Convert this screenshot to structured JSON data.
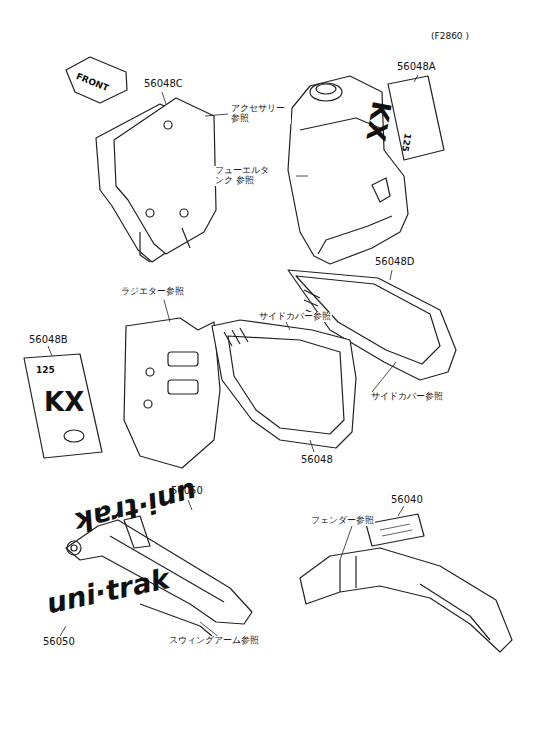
{
  "diagram": {
    "labels": [
      "(F2860 )",
      "56048C",
      "FRONT",
      "アクセサリー 参照",
      "フューエルタンク 参照",
      "56048A",
      "KX",
      "125",
      "56048D",
      "ラジエター参照",
      "サイドカバー参照",
      "56048B",
      "125",
      "KX",
      "サイドカバー参照",
      "56048",
      "56050",
      "uni·trak",
      "56050",
      "uni·trak",
      "56040",
      "フェンダー参照",
      "スウィングアーム参照"
    ]
  }
}
